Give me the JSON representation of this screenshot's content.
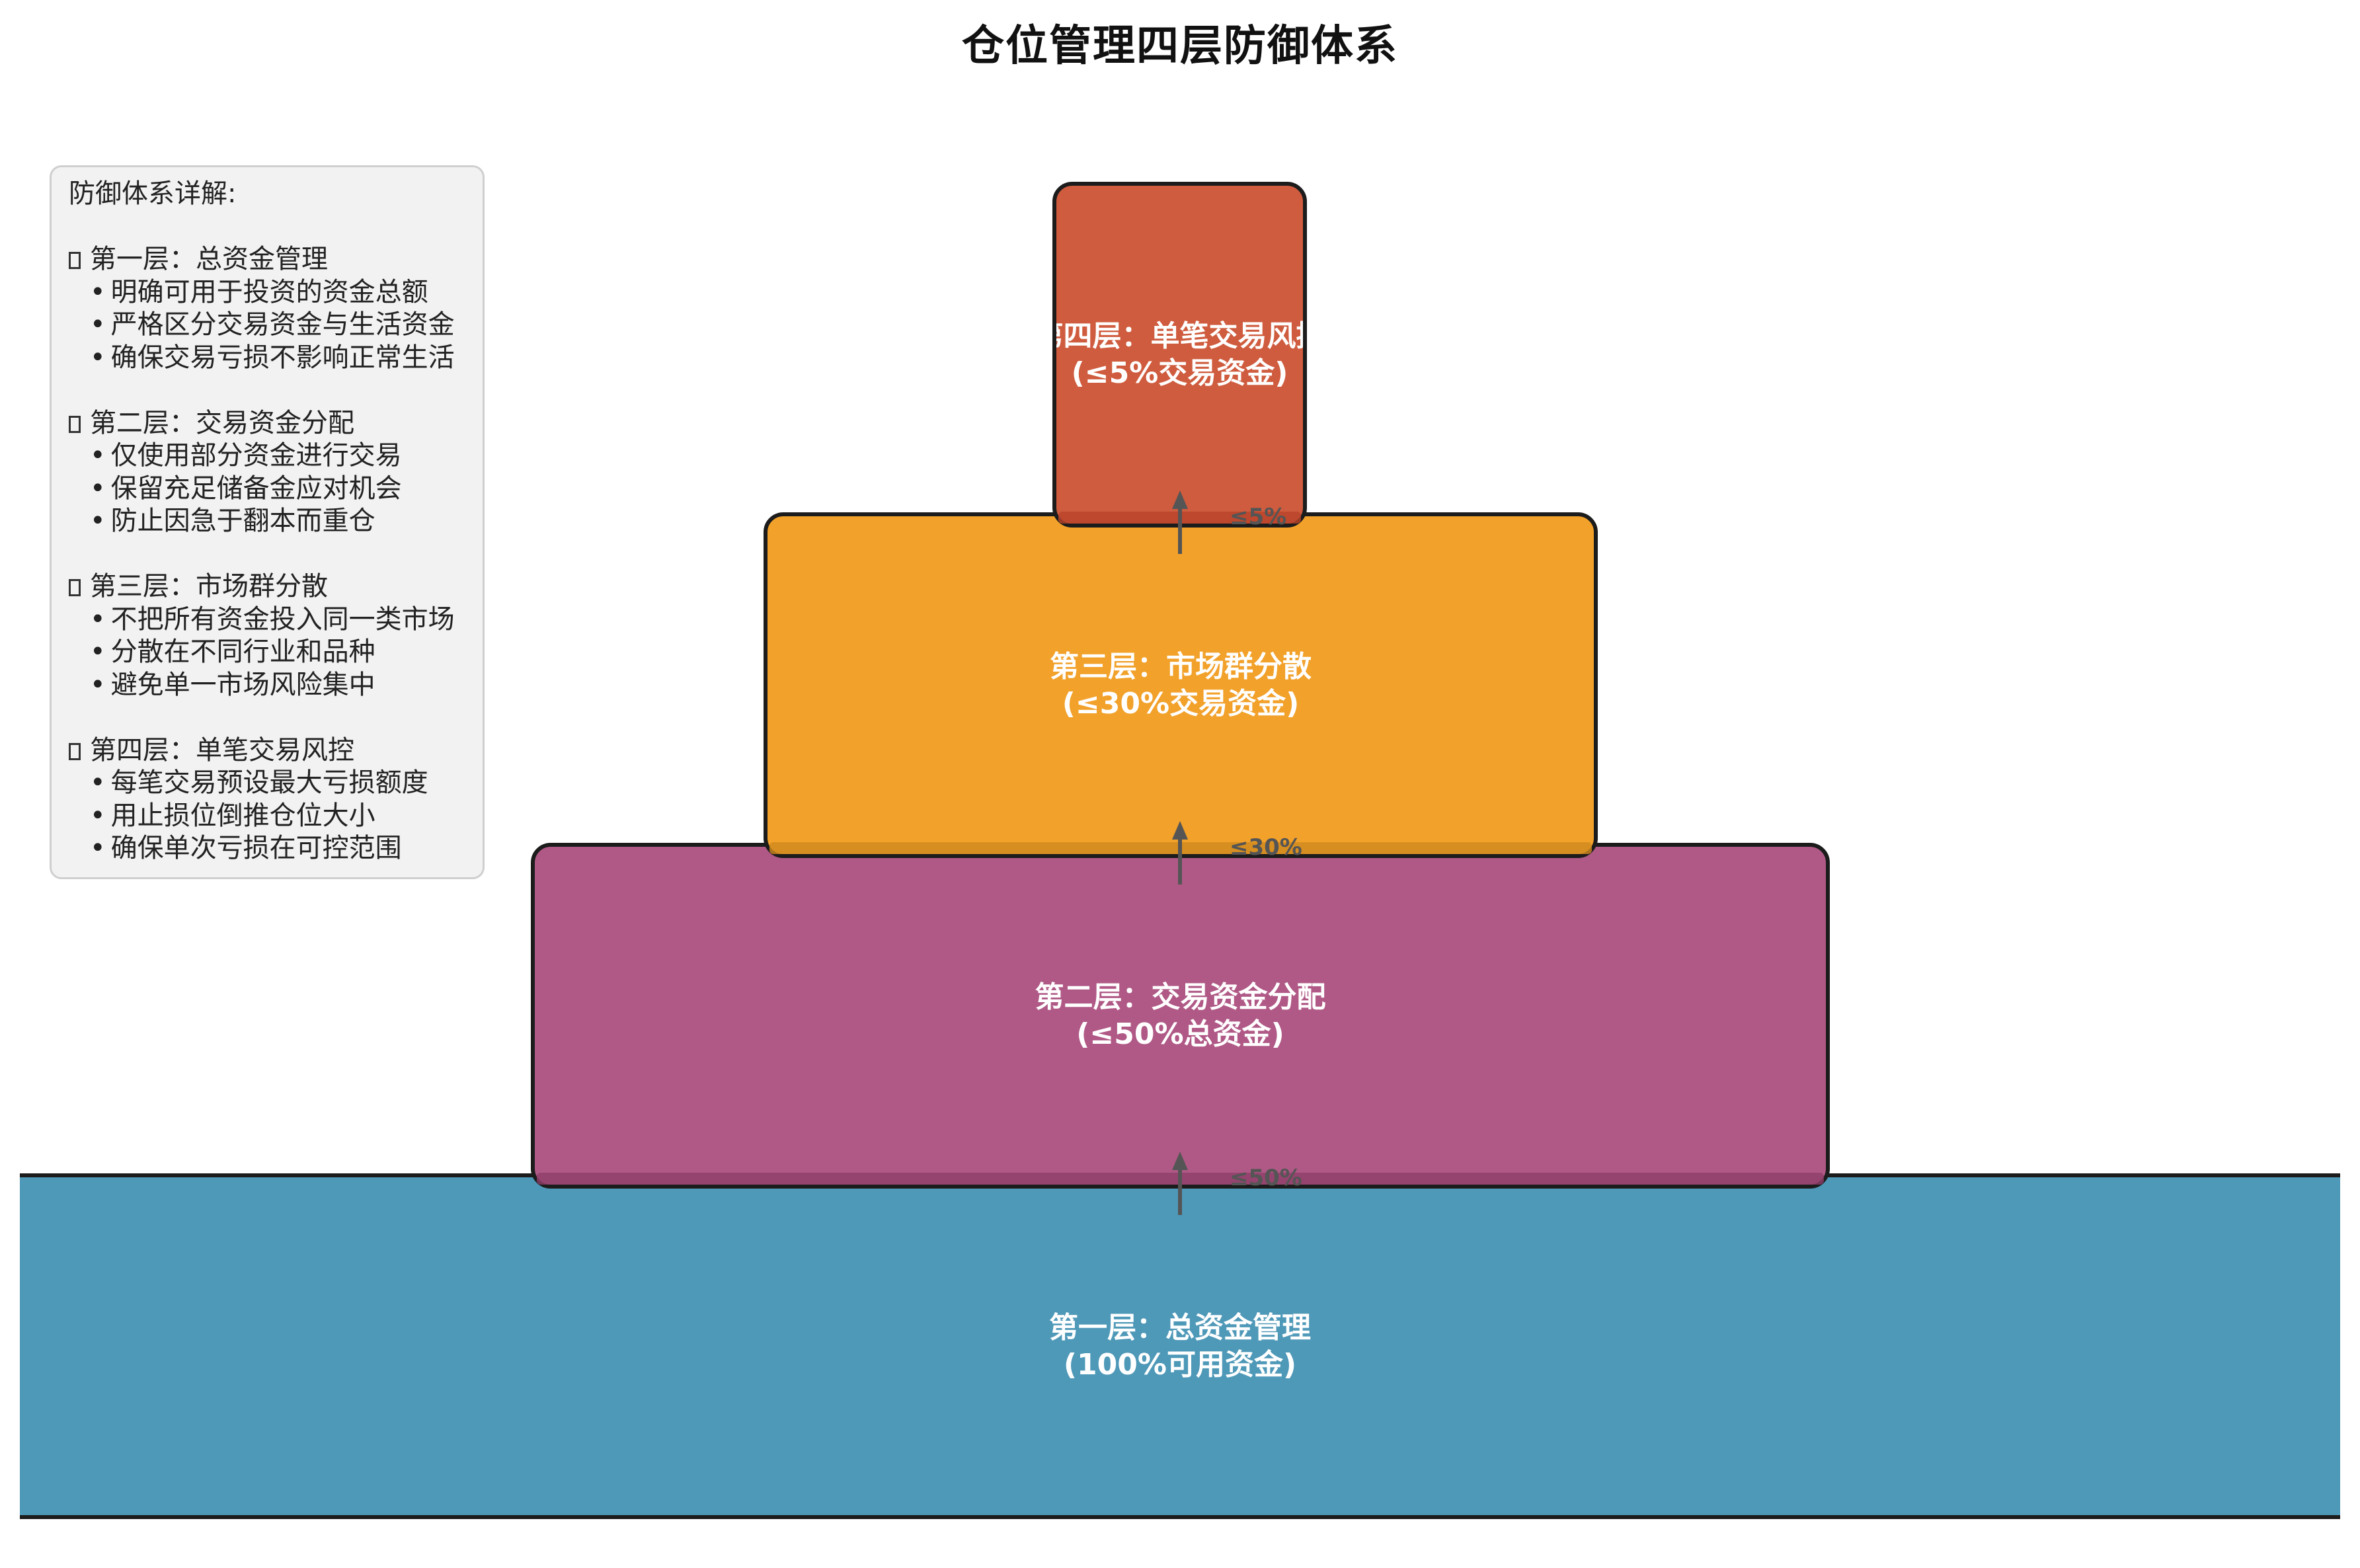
{
  "title": "仓位管理四层防御体系",
  "legend": {
    "heading": "防御体系详解:",
    "sections": [
      {
        "title": "第一层：总资金管理",
        "bullets": [
          "明确可用于投资的资金总额",
          "严格区分交易资金与生活资金",
          "确保交易亏损不影响正常生活"
        ]
      },
      {
        "title": "第二层：交易资金分配",
        "bullets": [
          "仅使用部分资金进行交易",
          "保留充足储备金应对机会",
          "防止因急于翻本而重仓"
        ]
      },
      {
        "title": "第三层：市场群分散",
        "bullets": [
          "不把所有资金投入同一类市场",
          "分散在不同行业和品种",
          "避免单一市场风险集中"
        ]
      },
      {
        "title": "第四层：单笔交易风控",
        "bullets": [
          "每笔交易预设最大亏损额度",
          "用止损位倒推仓位大小",
          "确保单次亏损在可控范围"
        ]
      }
    ]
  },
  "layers": [
    {
      "title": "第一层：总资金管理",
      "detail": "(100%可用资金)",
      "color": "#4e98b8"
    },
    {
      "title": "第二层：交易资金分配",
      "detail": "(≤50%总资金)",
      "color": "#b05986"
    },
    {
      "title": "第三层：市场群分散",
      "detail": "(≤30%交易资金)",
      "color": "#f2a12a"
    },
    {
      "title": "第四层：单笔交易风控",
      "detail": "(≤5%交易资金)",
      "color": "#cf5c3e"
    }
  ],
  "arrows": [
    {
      "label": "≤50%"
    },
    {
      "label": "≤30%"
    },
    {
      "label": "≤5%"
    }
  ]
}
